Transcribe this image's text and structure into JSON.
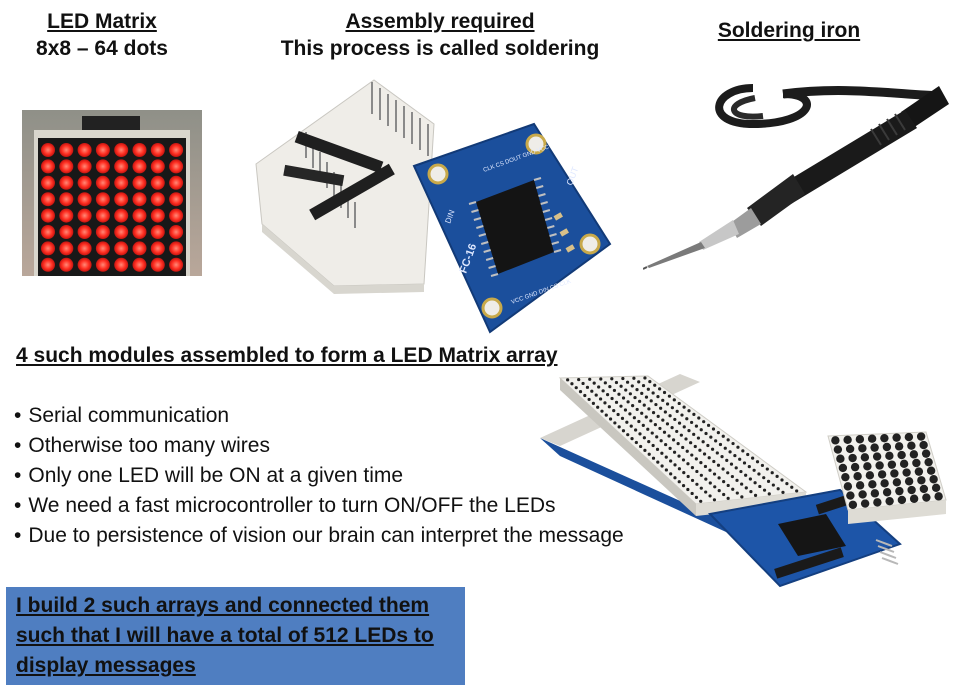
{
  "led_matrix": {
    "title": "LED Matrix",
    "subtitle": "8x8 – 64 dots"
  },
  "assembly": {
    "title": "Assembly required",
    "subtitle": "This process is called soldering"
  },
  "soldering": {
    "title": "Soldering iron"
  },
  "module_heading": "4 such modules assembled to form a LED Matrix array",
  "bullets": [
    "Serial communication",
    "Otherwise too many wires",
    "Only one LED will be ON at a given time",
    "We need a fast microcontroller to turn ON/OFF the LEDs",
    "Due to persistence of vision our brain can interpret the message"
  ],
  "callout": {
    "lines": [
      "I build 2 such arrays and connected them",
      "such that I will have a total of 512 LEDs to",
      "display messages"
    ]
  },
  "pcb_labels": {
    "chip": "FC-16",
    "din": "DIN",
    "dout": "OUT",
    "pins_top": "CLK CS DOUT GND VCC",
    "pins_bottom": "VCC GND DIN CS CLK"
  },
  "colors": {
    "led_on": "#ff3a2e",
    "pcb_blue": "#1b4f9c",
    "callout_bg": "#4f7ec1"
  }
}
